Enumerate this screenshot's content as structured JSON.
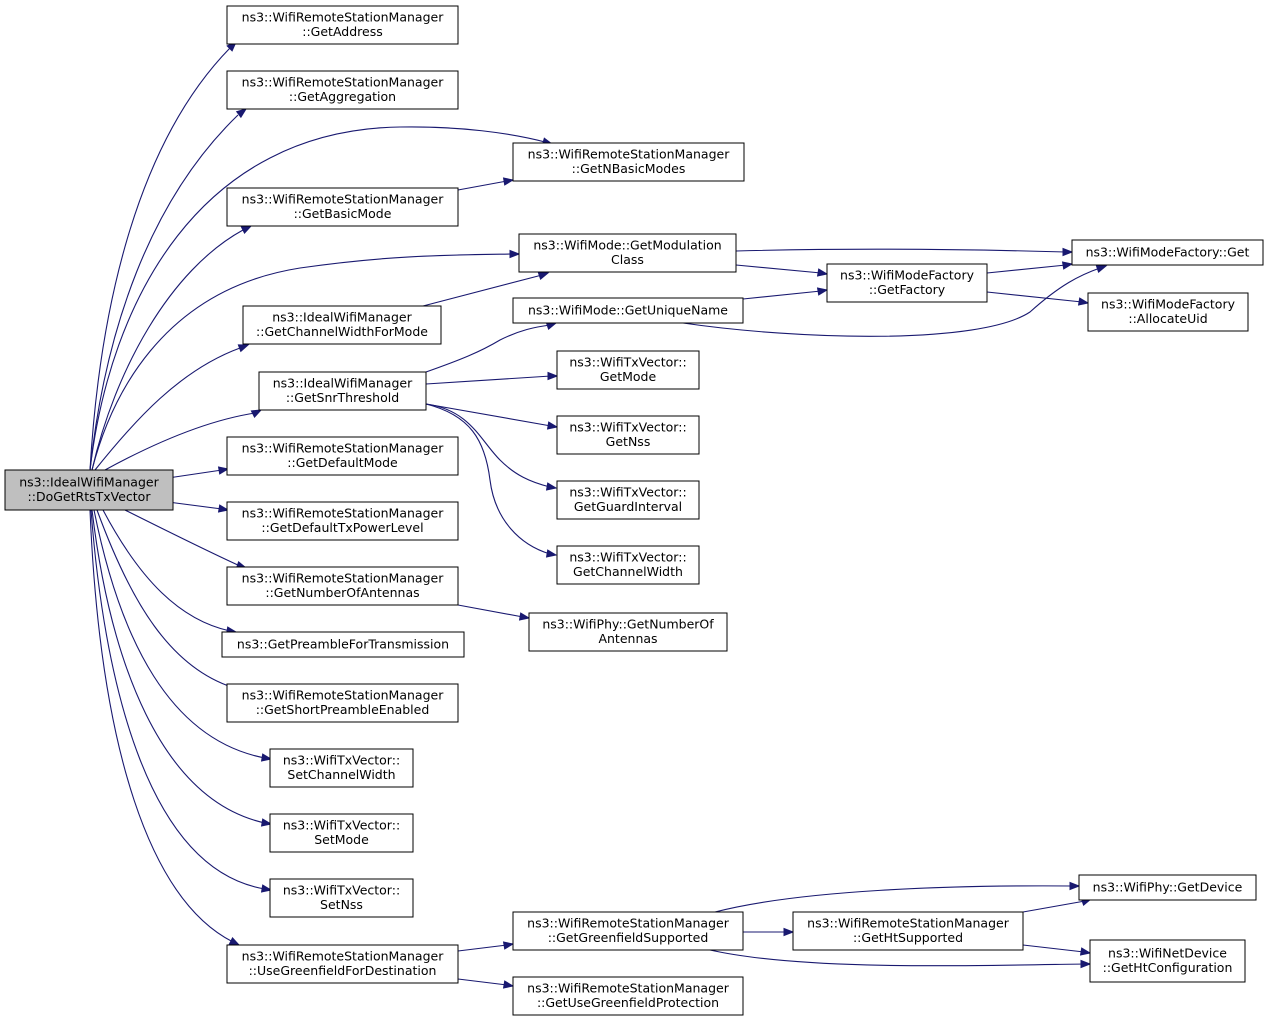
{
  "diagram": {
    "nodes": [
      {
        "id": "root",
        "lines": [
          "ns3::IdealWifiManager",
          "::DoGetRtsTxVector"
        ],
        "root": true
      },
      {
        "id": "getAddress",
        "lines": [
          "ns3::WifiRemoteStationManager",
          "::GetAddress"
        ]
      },
      {
        "id": "getAggregation",
        "lines": [
          "ns3::WifiRemoteStationManager",
          "::GetAggregation"
        ]
      },
      {
        "id": "getNBasicModes",
        "lines": [
          "ns3::WifiRemoteStationManager",
          "::GetNBasicModes"
        ]
      },
      {
        "id": "getBasicMode",
        "lines": [
          "ns3::WifiRemoteStationManager",
          "::GetBasicMode"
        ]
      },
      {
        "id": "getModulationClass",
        "lines": [
          "ns3::WifiMode::GetModulation",
          "Class"
        ]
      },
      {
        "id": "modeFactoryGet",
        "lines": [
          "ns3::WifiModeFactory::Get"
        ]
      },
      {
        "id": "getFactory",
        "lines": [
          "ns3::WifiModeFactory",
          "::GetFactory"
        ]
      },
      {
        "id": "getChannelWidthForMode",
        "lines": [
          "ns3::IdealWifiManager",
          "::GetChannelWidthForMode"
        ]
      },
      {
        "id": "getUniqueName",
        "lines": [
          "ns3::WifiMode::GetUniqueName"
        ]
      },
      {
        "id": "allocateUid",
        "lines": [
          "ns3::WifiModeFactory",
          "::AllocateUid"
        ]
      },
      {
        "id": "getSnrThreshold",
        "lines": [
          "ns3::IdealWifiManager",
          "::GetSnrThreshold"
        ]
      },
      {
        "id": "txGetMode",
        "lines": [
          "ns3::WifiTxVector::",
          "GetMode"
        ]
      },
      {
        "id": "txGetNss",
        "lines": [
          "ns3::WifiTxVector::",
          "GetNss"
        ]
      },
      {
        "id": "getDefaultMode",
        "lines": [
          "ns3::WifiRemoteStationManager",
          "::GetDefaultMode"
        ]
      },
      {
        "id": "txGetGuardInterval",
        "lines": [
          "ns3::WifiTxVector::",
          "GetGuardInterval"
        ]
      },
      {
        "id": "getDefaultTxPowerLevel",
        "lines": [
          "ns3::WifiRemoteStationManager",
          "::GetDefaultTxPowerLevel"
        ]
      },
      {
        "id": "txGetChannelWidth",
        "lines": [
          "ns3::WifiTxVector::",
          "GetChannelWidth"
        ]
      },
      {
        "id": "getNumberOfAntennas",
        "lines": [
          "ns3::WifiRemoteStationManager",
          "::GetNumberOfAntennas"
        ]
      },
      {
        "id": "phyGetNumberOfAntennas",
        "lines": [
          "ns3::WifiPhy::GetNumberOf",
          "Antennas"
        ]
      },
      {
        "id": "getPreamble",
        "lines": [
          "ns3::GetPreambleForTransmission"
        ]
      },
      {
        "id": "getShortPreamble",
        "lines": [
          "ns3::WifiRemoteStationManager",
          "::GetShortPreambleEnabled"
        ]
      },
      {
        "id": "txSetChannelWidth",
        "lines": [
          "ns3::WifiTxVector::",
          "SetChannelWidth"
        ]
      },
      {
        "id": "txSetMode",
        "lines": [
          "ns3::WifiTxVector::",
          "SetMode"
        ]
      },
      {
        "id": "txSetNss",
        "lines": [
          "ns3::WifiTxVector::",
          "SetNss"
        ]
      },
      {
        "id": "phyGetDevice",
        "lines": [
          "ns3::WifiPhy::GetDevice"
        ]
      },
      {
        "id": "getGreenfieldSupported",
        "lines": [
          "ns3::WifiRemoteStationManager",
          "::GetGreenfieldSupported"
        ]
      },
      {
        "id": "getHtSupported",
        "lines": [
          "ns3::WifiRemoteStationManager",
          "::GetHtSupported"
        ]
      },
      {
        "id": "useGreenfield",
        "lines": [
          "ns3::WifiRemoteStationManager",
          "::UseGreenfieldForDestination"
        ]
      },
      {
        "id": "getHtConfiguration",
        "lines": [
          "ns3::WifiNetDevice",
          "::GetHtConfiguration"
        ]
      },
      {
        "id": "getUseGreenfieldProtection",
        "lines": [
          "ns3::WifiRemoteStationManager",
          "::GetUseGreenfieldProtection"
        ]
      }
    ],
    "edges": [
      [
        "root",
        "getAddress"
      ],
      [
        "root",
        "getAggregation"
      ],
      [
        "root",
        "getNBasicModes"
      ],
      [
        "root",
        "getBasicMode"
      ],
      [
        "root",
        "getModulationClass"
      ],
      [
        "root",
        "getChannelWidthForMode"
      ],
      [
        "root",
        "getSnrThreshold"
      ],
      [
        "root",
        "getDefaultMode"
      ],
      [
        "root",
        "getDefaultTxPowerLevel"
      ],
      [
        "root",
        "getNumberOfAntennas"
      ],
      [
        "root",
        "getPreamble"
      ],
      [
        "root",
        "getShortPreamble"
      ],
      [
        "root",
        "txSetChannelWidth"
      ],
      [
        "root",
        "txSetMode"
      ],
      [
        "root",
        "txSetNss"
      ],
      [
        "root",
        "useGreenfield"
      ],
      [
        "getBasicMode",
        "getNBasicModes"
      ],
      [
        "getModulationClass",
        "modeFactoryGet"
      ],
      [
        "getModulationClass",
        "getFactory"
      ],
      [
        "getFactory",
        "modeFactoryGet"
      ],
      [
        "getFactory",
        "allocateUid"
      ],
      [
        "getChannelWidthForMode",
        "getModulationClass"
      ],
      [
        "getUniqueName",
        "getFactory"
      ],
      [
        "getUniqueName",
        "modeFactoryGet"
      ],
      [
        "getSnrThreshold",
        "getUniqueName"
      ],
      [
        "getSnrThreshold",
        "txGetMode"
      ],
      [
        "getSnrThreshold",
        "txGetNss"
      ],
      [
        "getSnrThreshold",
        "txGetGuardInterval"
      ],
      [
        "getSnrThreshold",
        "txGetChannelWidth"
      ],
      [
        "getNumberOfAntennas",
        "phyGetNumberOfAntennas"
      ],
      [
        "useGreenfield",
        "getGreenfieldSupported"
      ],
      [
        "useGreenfield",
        "getUseGreenfieldProtection"
      ],
      [
        "getGreenfieldSupported",
        "phyGetDevice"
      ],
      [
        "getGreenfieldSupported",
        "getHtSupported"
      ],
      [
        "getGreenfieldSupported",
        "getHtConfiguration"
      ],
      [
        "getHtSupported",
        "phyGetDevice"
      ],
      [
        "getHtSupported",
        "getHtConfiguration"
      ]
    ]
  }
}
